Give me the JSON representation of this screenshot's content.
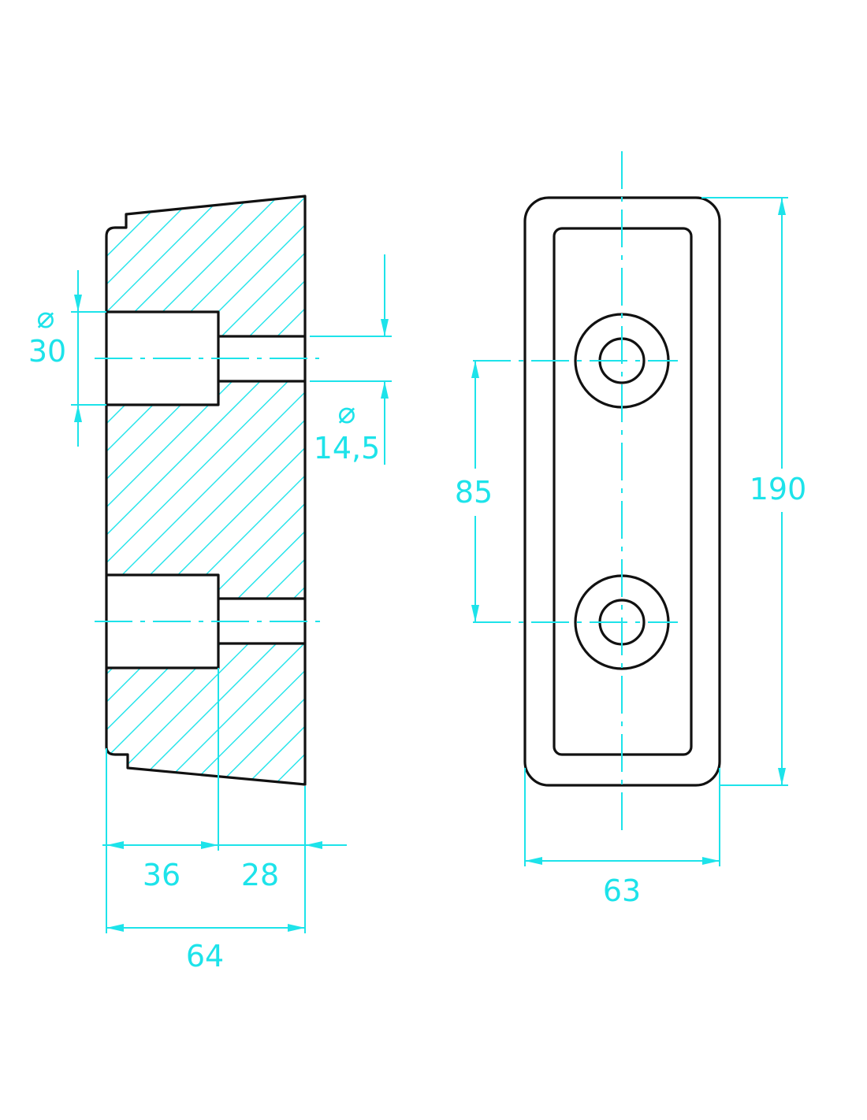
{
  "drawing": {
    "line_color": "#111111",
    "dimension_color": "#1de3ea",
    "section_view": {
      "counterbore_diameter": {
        "symbol": "⌀",
        "value": "30"
      },
      "hole_diameter": {
        "symbol": "⌀",
        "value": "14,5"
      },
      "depth_counterbore": "36",
      "depth_remaining": "28",
      "total_thickness": "64"
    },
    "front_view": {
      "hole_spacing": "85",
      "height": "190",
      "width": "63"
    }
  }
}
